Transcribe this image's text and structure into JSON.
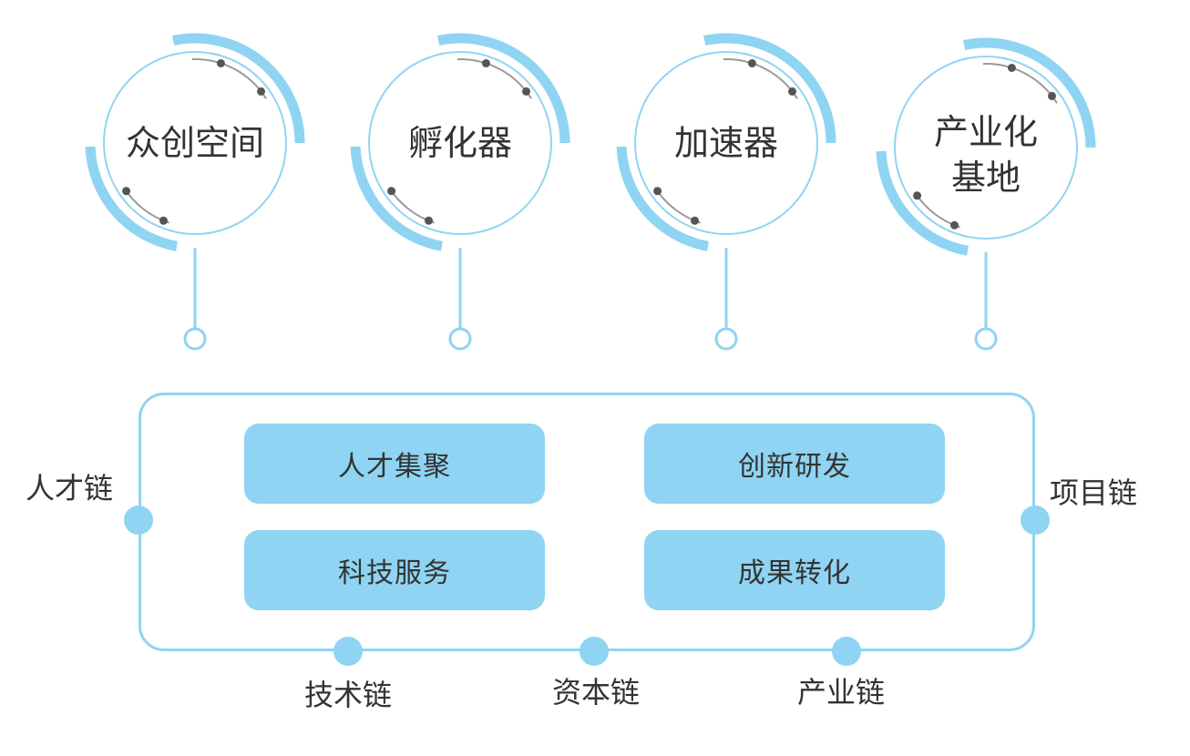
{
  "colors": {
    "accent": "#8fd4f2",
    "line": "#8fd4f2",
    "dot": "#555555",
    "text": "#333333"
  },
  "stages": [
    {
      "label": "众创空间"
    },
    {
      "label": "孵化器"
    },
    {
      "label": "加速器"
    },
    {
      "label": "产业化\n基地"
    }
  ],
  "core": {
    "items": [
      {
        "label": "人才集聚"
      },
      {
        "label": "创新研发"
      },
      {
        "label": "科技服务"
      },
      {
        "label": "成果转化"
      }
    ]
  },
  "chains": {
    "talent": "人才链",
    "project": "项目链",
    "technology": "技术链",
    "capital": "资本链",
    "industry": "产业链"
  }
}
